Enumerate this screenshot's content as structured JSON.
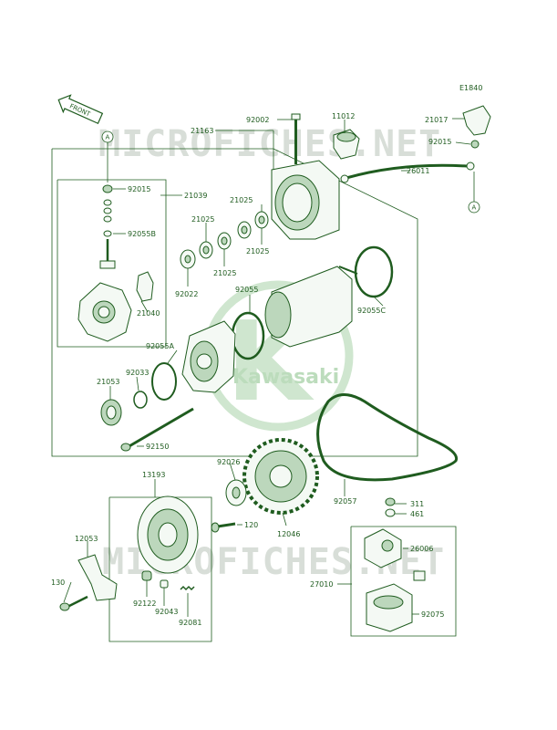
{
  "diagram": {
    "code": "E1840",
    "front_label": "FRONT",
    "ref_marker": "A",
    "colors": {
      "line": "#1f5c1f",
      "watermark": "#d8ded8",
      "logo": "#cfe6cf"
    }
  },
  "watermarks": {
    "top": "MICROFICHES.NET",
    "bottom": "MICROFICHES.NET",
    "logo_text": "Kawasaki"
  },
  "part_labels": {
    "p21163": "21163",
    "p92002": "92002",
    "p11012": "11012",
    "p21017": "21017",
    "p92015a": "92015",
    "p26011": "26011",
    "p92015b": "92015",
    "p21039": "21039",
    "p92055b": "92055B",
    "p21025a": "21025",
    "p21025b": "21025",
    "p21025c": "21025",
    "p21025d": "21025",
    "p92022": "92022",
    "p92055": "92055",
    "p21040": "21040",
    "p92055c": "92055C",
    "p92055a": "92055A",
    "p92033": "92033",
    "p21053": "21053",
    "p92150": "92150",
    "p92026": "92026",
    "p13193": "13193",
    "p92057": "92057",
    "p311": "311",
    "p461": "461",
    "p120": "120",
    "p12046": "12046",
    "p12053": "12053",
    "p26006": "26006",
    "p27010": "27010",
    "p130": "130",
    "p92122": "92122",
    "p92043": "92043",
    "p92081": "92081",
    "p92075": "92075"
  }
}
